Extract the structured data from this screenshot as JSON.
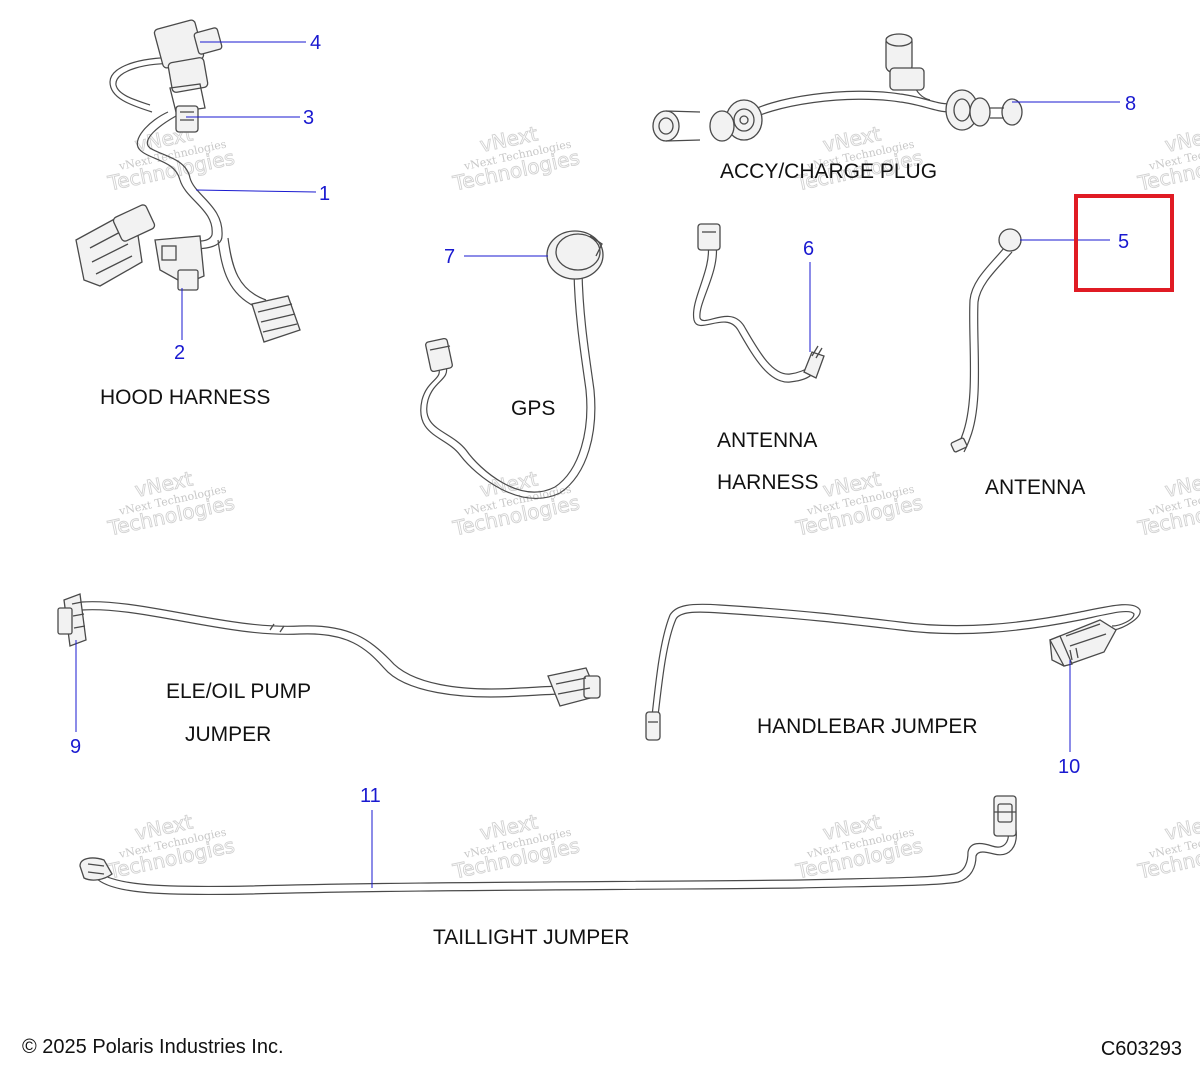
{
  "colors": {
    "callout": "#1a1ad0",
    "highlight": "#e01b24",
    "line_art": "#4a4a4a",
    "watermark": "#c8c8c8"
  },
  "sections": {
    "hood_harness": "HOOD HARNESS",
    "gps": "GPS",
    "accy_charge_plug": "ACCY/CHARGE PLUG",
    "antenna_harness_line1": "ANTENNA",
    "antenna_harness_line2": "HARNESS",
    "antenna": "ANTENNA",
    "ele_oil_pump_line1": "ELE/OIL PUMP",
    "ele_oil_pump_line2": "JUMPER",
    "handlebar_jumper": "HANDLEBAR JUMPER",
    "taillight_jumper": "TAILLIGHT JUMPER"
  },
  "callouts": {
    "c1": "1",
    "c2": "2",
    "c3": "3",
    "c4": "4",
    "c5": "5",
    "c6": "6",
    "c7": "7",
    "c8": "8",
    "c9": "9",
    "c10": "10",
    "c11": "11"
  },
  "highlighted_callout": "5",
  "watermark": {
    "line1": "vNext Technologies",
    "big_line1": "vNext",
    "big_line2": "Technologies"
  },
  "footer": {
    "copyright": "© 2025 Polaris Industries Inc.",
    "drawing_id": "C603293"
  }
}
